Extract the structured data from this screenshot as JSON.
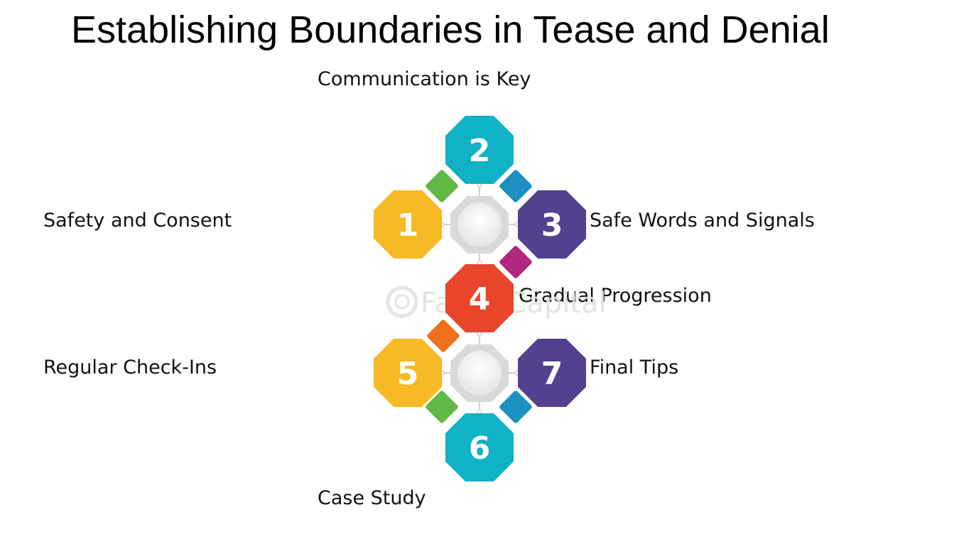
{
  "title": "Establishing Boundaries in Tease and Denial",
  "steps": [
    {
      "number": "1",
      "label": "Safety and Consent",
      "color": "#F7B924"
    },
    {
      "number": "2",
      "label": "Communication is Key",
      "color": "#0FB2C6"
    },
    {
      "number": "3",
      "label": "Safe Words and Signals",
      "color": "#53408F"
    },
    {
      "number": "4",
      "label": "Gradual Progression",
      "color": "#E8452A"
    },
    {
      "number": "5",
      "label": "Regular Check-Ins",
      "color": "#F7B924"
    },
    {
      "number": "6",
      "label": "Case Study",
      "color": "#0FB2C6"
    },
    {
      "number": "7",
      "label": "Final Tips",
      "color": "#53408F"
    }
  ],
  "connectors": {
    "green": "#62B844",
    "blue": "#1D8FC0",
    "magenta": "#B0277F",
    "orange": "#F0701E"
  },
  "hub_color": "#D9D9D9",
  "watermark": "FasterCapital"
}
